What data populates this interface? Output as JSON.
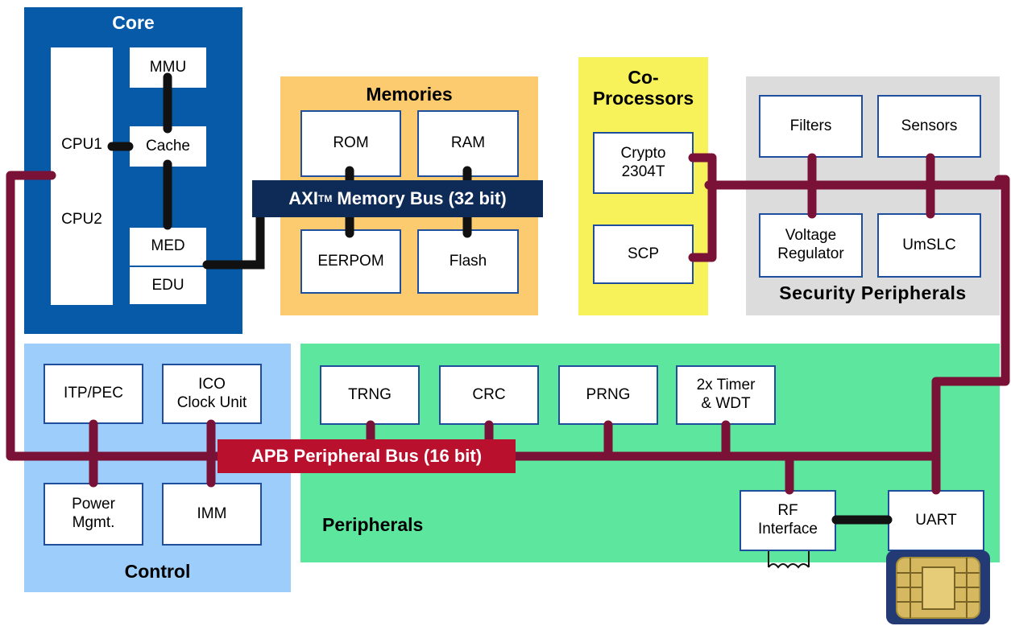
{
  "colors": {
    "core_bg": "#075aa8",
    "memories_bg": "#fccb70",
    "coproc_bg": "#f8f25a",
    "security_bg": "#dcdcdc",
    "control_bg": "#9ccdfb",
    "peripherals_bg": "#5de79e",
    "apb_bus": "#7a1136",
    "apb_label_bg": "#b8102d",
    "axi_bus": "#111111",
    "axi_label_bg": "#0e2a56",
    "box_border": "#1f4e9c"
  },
  "core": {
    "title": "Core",
    "cpu1": "CPU1",
    "cpu2": "CPU2",
    "mmu": "MMU",
    "cache": "Cache",
    "med": "MED",
    "edu": "EDU"
  },
  "memories": {
    "title": "Memories",
    "rom": "ROM",
    "ram": "RAM",
    "eeprom": "EERPOM",
    "flash": "Flash"
  },
  "axi_bus": {
    "label_main": "AXI",
    "label_tm": "TM",
    "label_rest": " Memory Bus (32 bit)"
  },
  "coprocessors": {
    "title_line1": "Co-",
    "title_line2": "Processors",
    "crypto": "Crypto\n2304T",
    "scp": "SCP"
  },
  "security": {
    "title": "Security Peripherals",
    "filters": "Filters",
    "sensors": "Sensors",
    "voltage_regulator": "Voltage\nRegulator",
    "umslc": "UmSLC"
  },
  "control": {
    "title": "Control",
    "itp_pec": "ITP/PEC",
    "ico_clock": "ICO\nClock Unit",
    "power_mgmt": "Power\nMgmt.",
    "imm": "IMM"
  },
  "apb_bus": {
    "label": "APB Peripheral Bus (16 bit)"
  },
  "peripherals": {
    "title": "Peripherals",
    "trng": "TRNG",
    "crc": "CRC",
    "prng": "PRNG",
    "timer_wdt": "2x Timer\n& WDT",
    "rf_interface": "RF\nInterface",
    "uart": "UART"
  },
  "icons": {
    "coil": "coil-antenna-icon",
    "smartcard_chip": "smartcard-chip-icon"
  }
}
